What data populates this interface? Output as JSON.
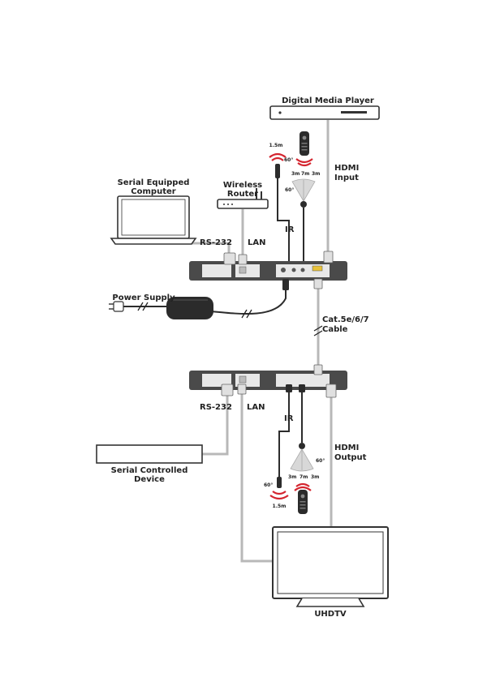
{
  "labels": {
    "digital_media_player": "Digital Media Player",
    "hdmi_input_1": "HDMI",
    "hdmi_input_2": "Input",
    "serial_equipped_1": "Serial Equipped",
    "serial_equipped_2": "Computer",
    "wireless_router_1": "Wireless",
    "wireless_router_2": "Router",
    "rs232_top": "RS-232",
    "lan_top": "LAN",
    "ir_top": "IR",
    "power_supply": "Power Supply",
    "cat_cable_1": "Cat.5e/6/7",
    "cat_cable_2": "Cable",
    "rs232_bottom": "RS-232",
    "lan_bottom": "LAN",
    "ir_bottom": "IR",
    "hdmi_output_1": "HDMI",
    "hdmi_output_2": "Output",
    "serial_controlled_1": "Serial Controlled",
    "serial_controlled_2": "Device",
    "uhdtv": "UHDTV"
  },
  "ir_top": {
    "blaster_distance": "1.5m",
    "blaster_angle": "60°",
    "receiver_angle": "60°",
    "range_left": "3m",
    "range_center": "7m",
    "range_right": "3m"
  },
  "ir_bottom": {
    "blaster_distance": "1.5m",
    "blaster_angle": "60°",
    "receiver_angle": "60°",
    "range_left": "3m",
    "range_center": "7m",
    "range_right": "3m"
  },
  "colors": {
    "device_body": "#4a4a4a",
    "cable_grey": "#b8b8b8",
    "ir_signal": "#d4252f",
    "psu_body": "#2b2b2b",
    "hdmi_yellow": "#e8c23a"
  }
}
